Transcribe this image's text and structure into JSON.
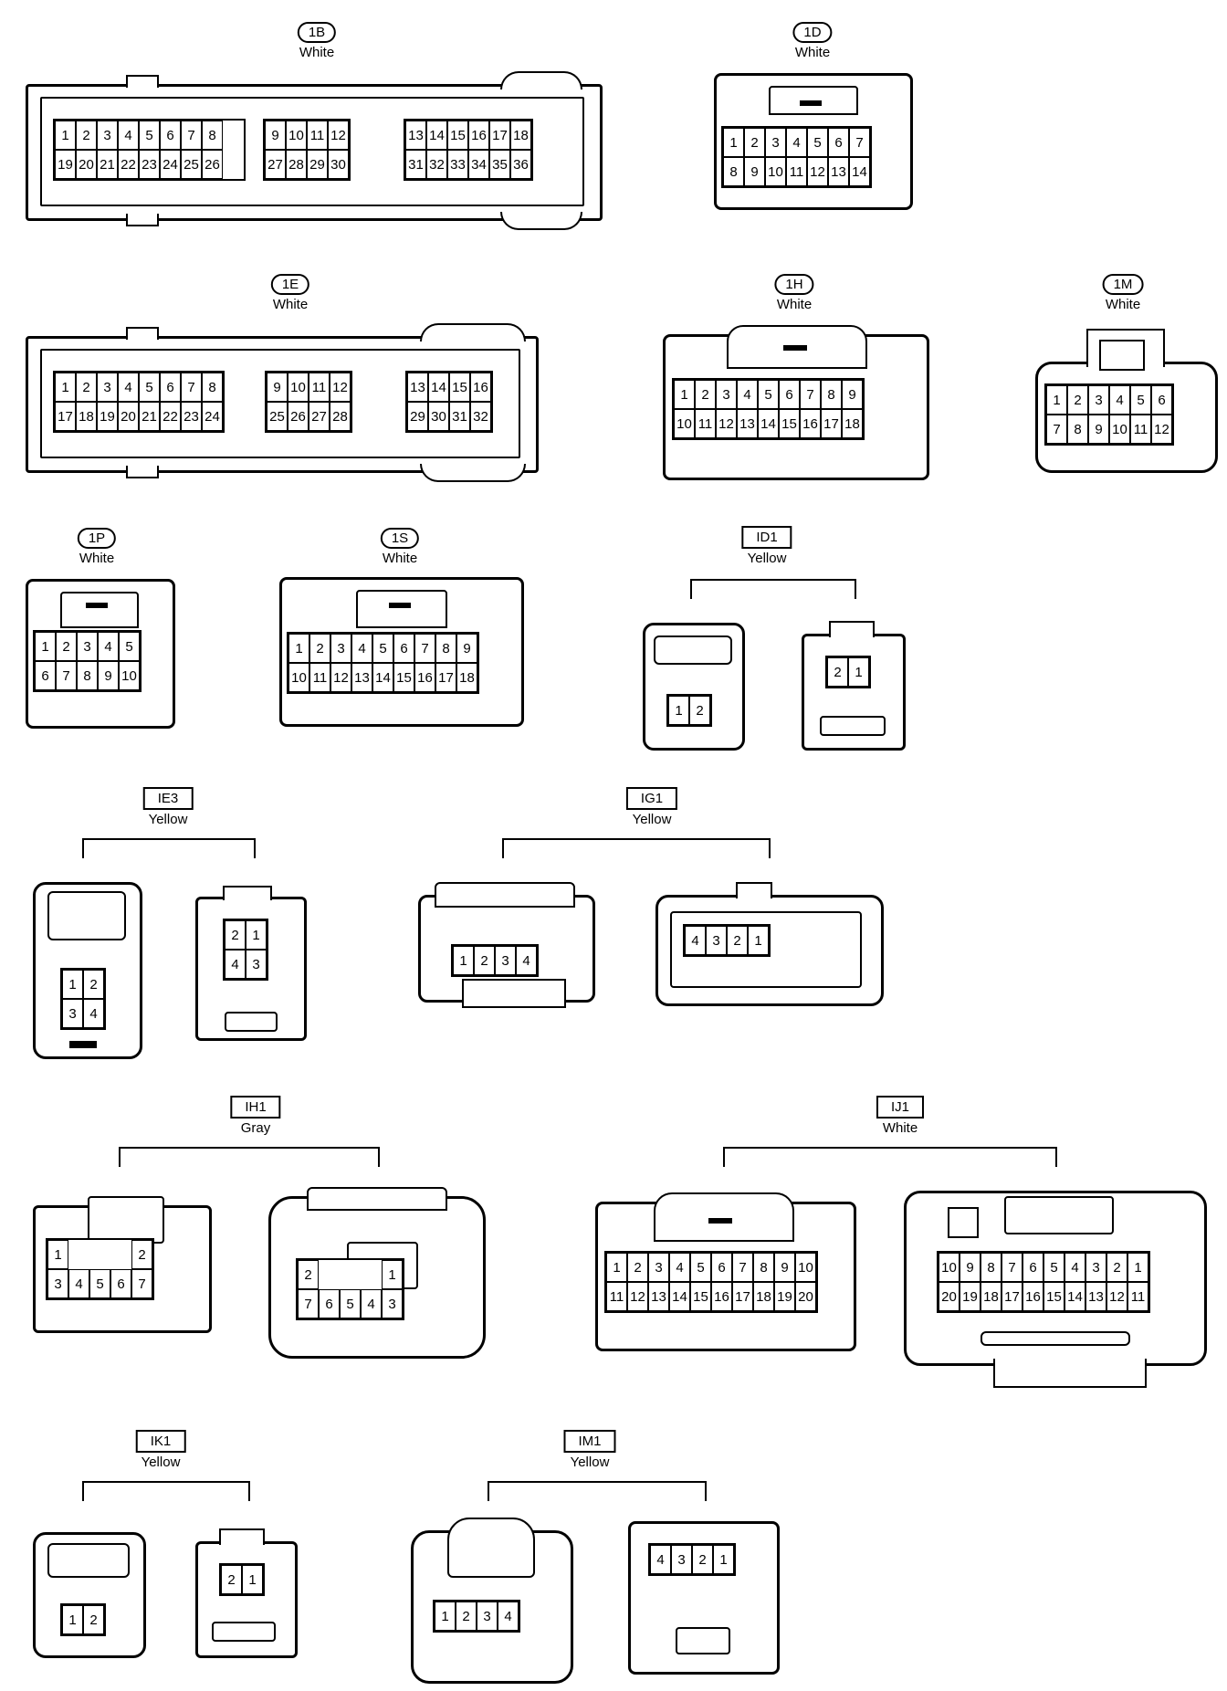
{
  "connectors": [
    {
      "key": "1B",
      "id": "1B",
      "color": "White",
      "style": "oval",
      "groups": [
        {
          "cols": 9,
          "cells": [
            "1",
            "2",
            "3",
            "4",
            "5",
            "6",
            "7",
            "8",
            "",
            "19",
            "20",
            "21",
            "22",
            "23",
            "24",
            "25",
            "26",
            ""
          ]
        },
        {
          "cols": 4,
          "cells": [
            "9",
            "10",
            "11",
            "12",
            "27",
            "28",
            "29",
            "30"
          ]
        },
        {
          "cols": 6,
          "cells": [
            "13",
            "14",
            "15",
            "16",
            "17",
            "18",
            "31",
            "32",
            "33",
            "34",
            "35",
            "36"
          ]
        }
      ]
    },
    {
      "key": "1D",
      "id": "1D",
      "color": "White",
      "style": "oval",
      "groups": [
        {
          "cols": 7,
          "cells": [
            "1",
            "2",
            "3",
            "4",
            "5",
            "6",
            "7",
            "8",
            "9",
            "10",
            "11",
            "12",
            "13",
            "14"
          ]
        }
      ]
    },
    {
      "key": "1E",
      "id": "1E",
      "color": "White",
      "style": "oval",
      "groups": [
        {
          "cols": 8,
          "cells": [
            "1",
            "2",
            "3",
            "4",
            "5",
            "6",
            "7",
            "8",
            "17",
            "18",
            "19",
            "20",
            "21",
            "22",
            "23",
            "24"
          ]
        },
        {
          "cols": 4,
          "cells": [
            "9",
            "10",
            "11",
            "12",
            "25",
            "26",
            "27",
            "28"
          ]
        },
        {
          "cols": 4,
          "cells": [
            "13",
            "14",
            "15",
            "16",
            "29",
            "30",
            "31",
            "32"
          ]
        }
      ]
    },
    {
      "key": "1H",
      "id": "1H",
      "color": "White",
      "style": "oval",
      "groups": [
        {
          "cols": 9,
          "cells": [
            "1",
            "2",
            "3",
            "4",
            "5",
            "6",
            "7",
            "8",
            "9",
            "10",
            "11",
            "12",
            "13",
            "14",
            "15",
            "16",
            "17",
            "18"
          ]
        }
      ]
    },
    {
      "key": "1M",
      "id": "1M",
      "color": "White",
      "style": "oval",
      "groups": [
        {
          "cols": 6,
          "cells": [
            "1",
            "2",
            "3",
            "4",
            "5",
            "6",
            "7",
            "8",
            "9",
            "10",
            "11",
            "12"
          ]
        }
      ]
    },
    {
      "key": "1P",
      "id": "1P",
      "color": "White",
      "style": "oval",
      "groups": [
        {
          "cols": 5,
          "cells": [
            "1",
            "2",
            "3",
            "4",
            "5",
            "6",
            "7",
            "8",
            "9",
            "10"
          ]
        }
      ]
    },
    {
      "key": "1S",
      "id": "1S",
      "color": "White",
      "style": "oval",
      "groups": [
        {
          "cols": 9,
          "cells": [
            "1",
            "2",
            "3",
            "4",
            "5",
            "6",
            "7",
            "8",
            "9",
            "10",
            "11",
            "12",
            "13",
            "14",
            "15",
            "16",
            "17",
            "18"
          ]
        }
      ]
    },
    {
      "key": "ID1",
      "id": "ID1",
      "color": "Yellow",
      "style": "box",
      "groups": [
        {
          "cols": 2,
          "cells": [
            "1",
            "2"
          ]
        },
        {
          "cols": 2,
          "cells": [
            "2",
            "1"
          ]
        }
      ]
    },
    {
      "key": "IE3",
      "id": "IE3",
      "color": "Yellow",
      "style": "box",
      "groups": [
        {
          "cols": 2,
          "cells": [
            "1",
            "2",
            "3",
            "4"
          ]
        },
        {
          "cols": 2,
          "cells": [
            "2",
            "1",
            "4",
            "3"
          ]
        }
      ]
    },
    {
      "key": "IG1",
      "id": "IG1",
      "color": "Yellow",
      "style": "box",
      "groups": [
        {
          "cols": 4,
          "cells": [
            "1",
            "2",
            "3",
            "4"
          ]
        },
        {
          "cols": 4,
          "cells": [
            "4",
            "3",
            "2",
            "1"
          ]
        }
      ]
    },
    {
      "key": "IH1",
      "id": "IH1",
      "color": "Gray",
      "style": "box",
      "groups": [
        {
          "cols": 5,
          "cells": [
            "1",
            "",
            "",
            "",
            "2",
            "3",
            "4",
            "5",
            "6",
            "7"
          ]
        },
        {
          "cols": 5,
          "cells": [
            "2",
            "",
            "",
            "",
            "1",
            "7",
            "6",
            "5",
            "4",
            "3"
          ]
        }
      ]
    },
    {
      "key": "IJ1",
      "id": "IJ1",
      "color": "White",
      "style": "box",
      "groups": [
        {
          "cols": 10,
          "cells": [
            "1",
            "2",
            "3",
            "4",
            "5",
            "6",
            "7",
            "8",
            "9",
            "10",
            "11",
            "12",
            "13",
            "14",
            "15",
            "16",
            "17",
            "18",
            "19",
            "20"
          ]
        },
        {
          "cols": 10,
          "cells": [
            "10",
            "9",
            "8",
            "7",
            "6",
            "5",
            "4",
            "3",
            "2",
            "1",
            "20",
            "19",
            "18",
            "17",
            "16",
            "15",
            "14",
            "13",
            "12",
            "11"
          ]
        }
      ]
    },
    {
      "key": "IK1",
      "id": "IK1",
      "color": "Yellow",
      "style": "box",
      "groups": [
        {
          "cols": 2,
          "cells": [
            "1",
            "2"
          ]
        },
        {
          "cols": 2,
          "cells": [
            "2",
            "1"
          ]
        }
      ]
    },
    {
      "key": "IM1",
      "id": "IM1",
      "color": "Yellow",
      "style": "box",
      "groups": [
        {
          "cols": 4,
          "cells": [
            "1",
            "2",
            "3",
            "4"
          ]
        },
        {
          "cols": 4,
          "cells": [
            "4",
            "3",
            "2",
            "1"
          ]
        }
      ]
    }
  ]
}
